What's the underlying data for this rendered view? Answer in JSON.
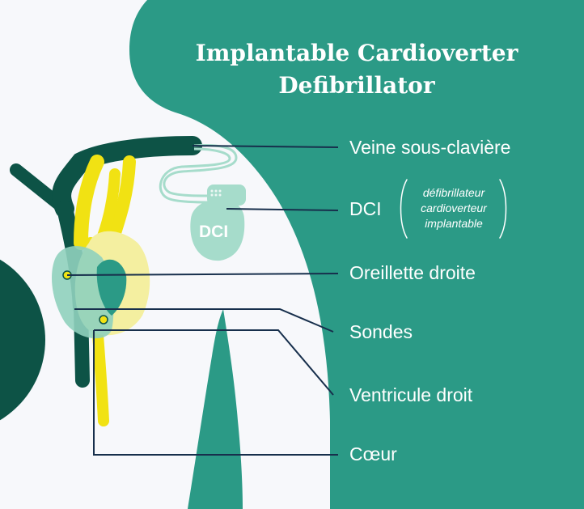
{
  "title": {
    "line1": "Implantable Cardioverter",
    "line2": "Defibrillator"
  },
  "labels": {
    "veine": "Veine sous-clavière",
    "dci": "DCI",
    "dci_note_1": "défibrillateur",
    "dci_note_2": "cardioverteur",
    "dci_note_3": "implantable",
    "oreillette": "Oreillette droite",
    "sondes": "Sondes",
    "ventricule": "Ventricule droit",
    "coeur": "Cœur"
  },
  "device_label": "DCI",
  "colors": {
    "background": "#f7f8fb",
    "body_teal": "#2b9a86",
    "dark_green": "#0d5346",
    "yellow": "#f1e213",
    "pale_yellow": "#f4efa0",
    "heart_teal": "#8fd0bd",
    "device": "#a6dccb",
    "leader_line": "#172f4c"
  }
}
